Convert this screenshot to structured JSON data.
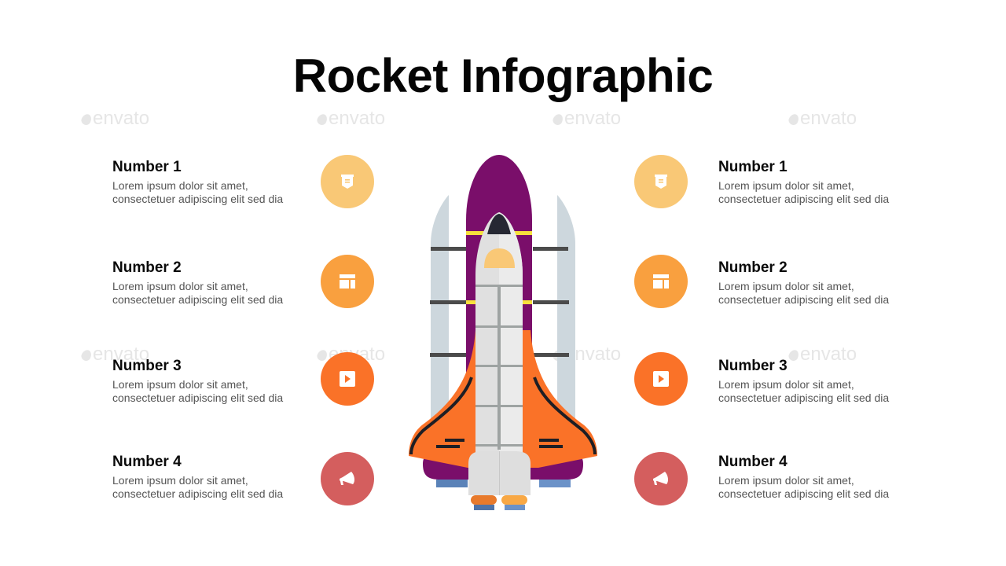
{
  "title": "Rocket Infographic",
  "watermark": "envato",
  "left_items": [
    {
      "heading": "Number 1",
      "line1": "Lorem ipsum dolor sit amet,",
      "line2": "consectetuer adipiscing elit sed dia",
      "icon": "badge-icon",
      "color": "#F9C876"
    },
    {
      "heading": "Number 2",
      "line1": "Lorem ipsum dolor sit amet,",
      "line2": "consectetuer adipiscing elit sed dia",
      "icon": "layout-icon",
      "color": "#F9A03F"
    },
    {
      "heading": "Number 3",
      "line1": "Lorem ipsum dolor sit amet,",
      "line2": "consectetuer adipiscing elit sed dia",
      "icon": "play-icon",
      "color": "#FA7228"
    },
    {
      "heading": "Number 4",
      "line1": "Lorem ipsum dolor sit amet,",
      "line2": "consectetuer adipiscing elit sed dia",
      "icon": "megaphone-icon",
      "color": "#D45E5E"
    }
  ],
  "right_items": [
    {
      "heading": "Number 1",
      "line1": "Lorem ipsum dolor sit amet,",
      "line2": "consectetuer adipiscing elit sed dia",
      "icon": "badge-icon",
      "color": "#F9C876"
    },
    {
      "heading": "Number 2",
      "line1": "Lorem ipsum dolor sit amet,",
      "line2": "consectetuer adipiscing elit sed dia",
      "icon": "layout-icon",
      "color": "#F9A03F"
    },
    {
      "heading": "Number 3",
      "line1": "Lorem ipsum dolor sit amet,",
      "line2": "consectetuer adipiscing elit sed dia",
      "icon": "play-icon",
      "color": "#FA7228"
    },
    {
      "heading": "Number 4",
      "line1": "Lorem ipsum dolor sit amet,",
      "line2": "consectetuer adipiscing elit sed dia",
      "icon": "megaphone-icon",
      "color": "#D45E5E"
    }
  ],
  "rocket_colors": {
    "tank": "#7A0E6A",
    "booster": "#CDD7DD",
    "orbiter": "#E0E0E0",
    "wing": "#FA7228",
    "nose": "#262833",
    "window": "#F9C876",
    "stripe": "#F7E03C",
    "engine_left": "#E87A2C",
    "engine_right": "#F8A845",
    "nozzle": "#5A82B8"
  }
}
